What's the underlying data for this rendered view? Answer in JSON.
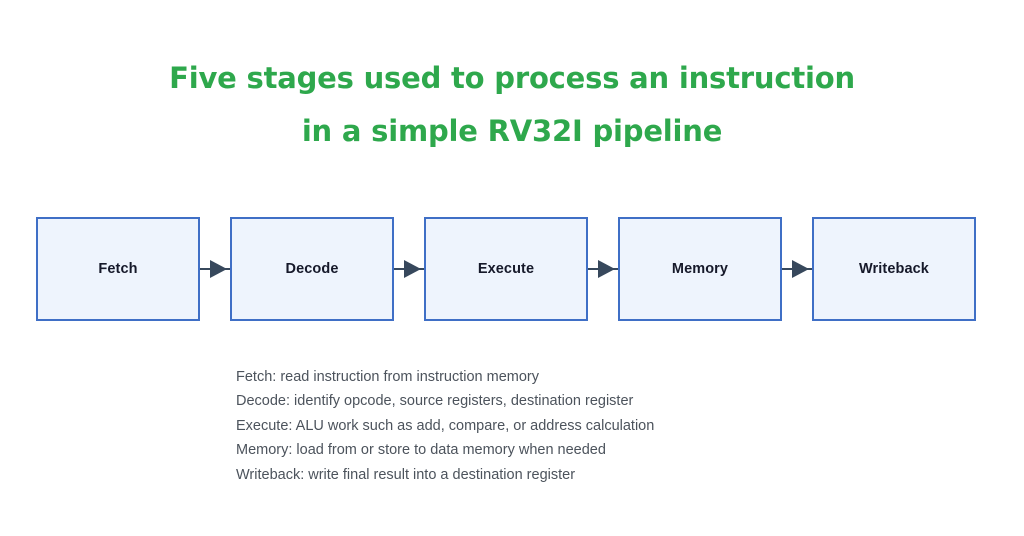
{
  "title": {
    "lines": [
      "Five stages used to process an instruction",
      "in a simple RV32I pipeline"
    ],
    "color": "#2ea84c"
  },
  "diagram": {
    "type": "pipeline-flow",
    "box_fill": "#eef4fd",
    "box_border": "#3f6fc6",
    "arrow_color": "#37485c",
    "stages": [
      {
        "label": "Fetch"
      },
      {
        "label": "Decode"
      },
      {
        "label": "Execute"
      },
      {
        "label": "Memory"
      },
      {
        "label": "Writeback"
      }
    ],
    "connectors": [
      {
        "name": "arrow-fetch-to-decode"
      },
      {
        "name": "arrow-decode-to-execute"
      },
      {
        "name": "arrow-execute-to-memory"
      },
      {
        "name": "arrow-memory-to-writeback"
      }
    ]
  },
  "caption": {
    "lines": [
      "Fetch: read instruction from instruction memory",
      "Decode: identify opcode, source registers, destination register",
      "Execute: ALU work such as add, compare, or address calculation",
      "Memory: load from or store to data memory when needed",
      "Writeback: write final result into a destination register"
    ],
    "color": "#4c535c"
  }
}
